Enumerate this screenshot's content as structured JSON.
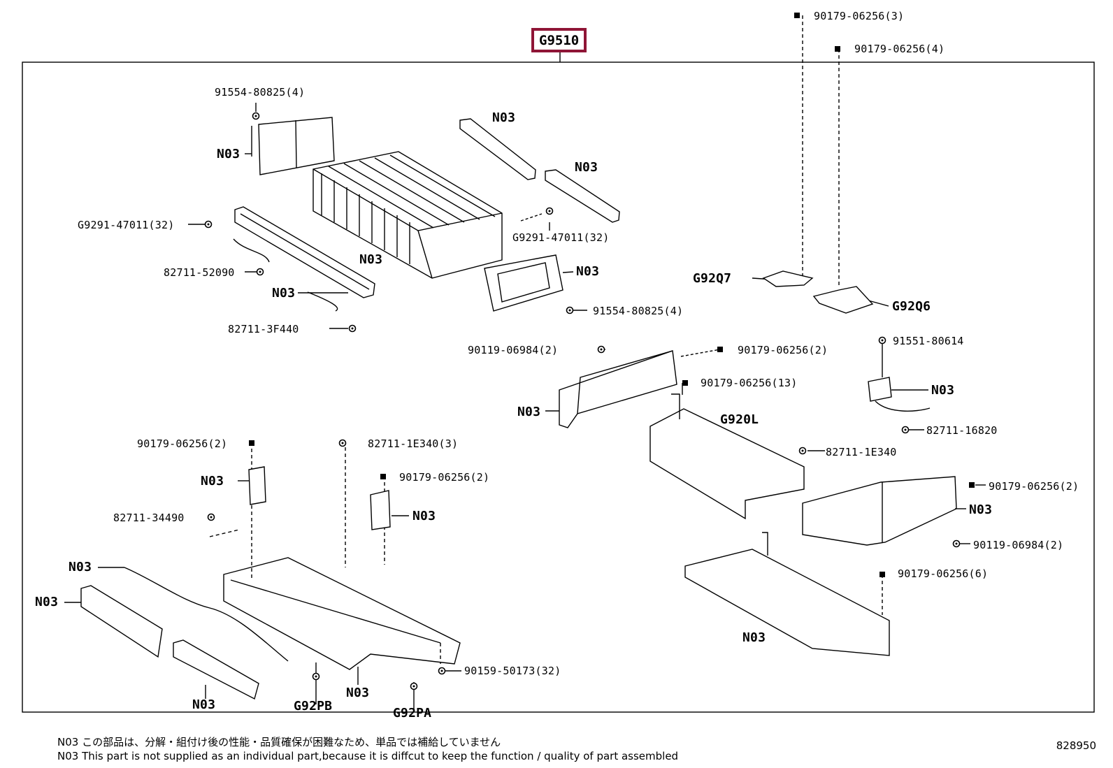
{
  "header": {
    "part_code": "G9510"
  },
  "labels": {
    "l_90179_3": "90179-06256(3)",
    "l_90179_4": "90179-06256(4)",
    "l_91554_top": "91554-80825(4)",
    "l_n03_plate": "N03",
    "l_n03_bar1": "N03",
    "l_n03_bar2": "N03",
    "l_g9291_left": "G9291-47011(32)",
    "l_g9291_right": "G9291-47011(32)",
    "l_n03_stack": "N03",
    "l_82711_52090": "82711-52090",
    "l_n03_bus": "N03",
    "l_n03_bracket": "N03",
    "l_91554_mid": "91554-80825(4)",
    "l_g92q7": "G92Q7",
    "l_g92q6": "G92Q6",
    "l_82711_3f440": "82711-3F440",
    "l_90119_left": "90119-06984(2)",
    "l_90179_2a": "90179-06256(2)",
    "l_91551": "91551-80614",
    "l_90179_13": "90179-06256(13)",
    "l_n03_connector": "N03",
    "l_n03_duct": "N03",
    "l_g920l": "G920L",
    "l_82711_16820": "82711-16820",
    "l_90179_2b": "90179-06256(2)",
    "l_82711_1e340_3": "82711-1E340(3)",
    "l_82711_1e340": "82711-1E340",
    "l_90179_2c": "90179-06256(2)",
    "l_n03_clamp1": "N03",
    "l_n03_clamp2": "N03",
    "l_90179_2d": "90179-06256(2)",
    "l_n03_duct2": "N03",
    "l_82711_34490": "82711-34490",
    "l_90119_right": "90119-06984(2)",
    "l_n03_harness": "N03",
    "l_90179_6": "90179-06256(6)",
    "l_n03_rail": "N03",
    "l_n03_tray": "N03",
    "l_90159": "90159-50173(32)",
    "l_n03_rail2": "N03",
    "l_n03_tray_bottom": "N03",
    "l_g92pb": "G92PB",
    "l_g92pa": "G92PA"
  },
  "notes": {
    "jp": "N03 この部品は、分解・組付け後の性能・品質確保が困難なため、単品では補給していません",
    "en": "N03 This part is not supplied as an  individual part,because it is diffcut to keep the function / quality of part assembled"
  },
  "reference_number": "828950",
  "colors": {
    "part_code_border": "#8f1536",
    "line": "#000000"
  }
}
